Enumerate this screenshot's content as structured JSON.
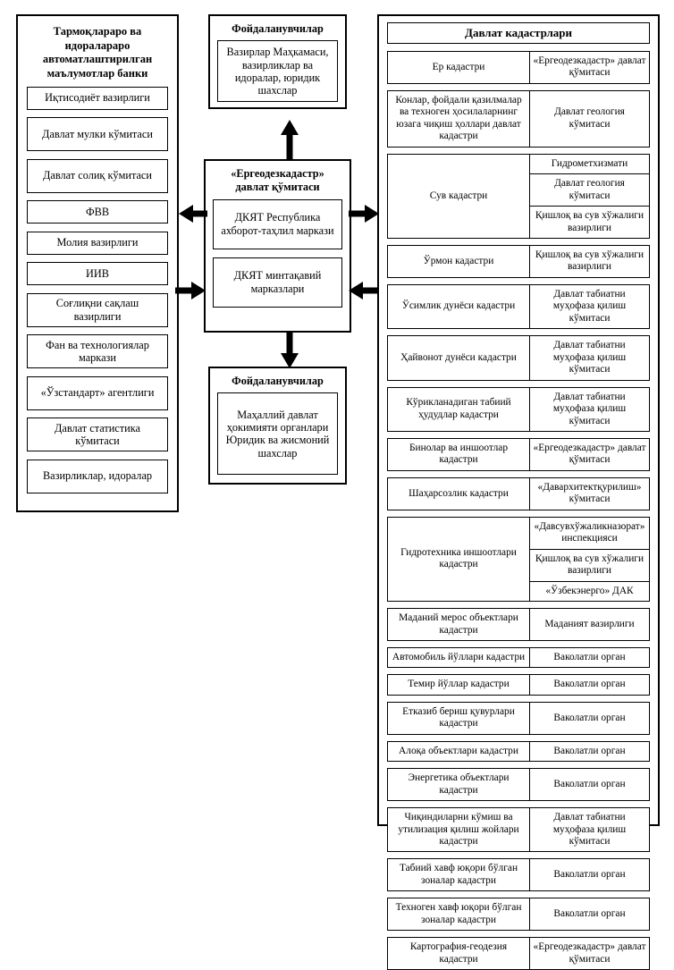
{
  "left_panel": {
    "title": "Тармоқлараро ва идоралараро автоматлаштирилган маълумотлар банки",
    "items": [
      {
        "label": "Иқтисодиёт вазирлиги",
        "tall": false
      },
      {
        "label": "Давлат мулки кўмитаси",
        "tall": true
      },
      {
        "label": "Давлат солиқ кўмитаси",
        "tall": true
      },
      {
        "label": "ФВВ",
        "tall": false
      },
      {
        "label": "Молия вазирлиги",
        "tall": false
      },
      {
        "label": "ИИВ",
        "tall": false
      },
      {
        "label": "Соғлиқни сақлаш вазирлиги",
        "tall": true
      },
      {
        "label": "Фан ва технологиялар маркази",
        "tall": true
      },
      {
        "label": "«Ўзстандарт» агентлиги",
        "tall": true
      },
      {
        "label": "Давлат статистика кўмитаси",
        "tall": true
      },
      {
        "label": "Вазирликлар, идоралар",
        "tall": true
      }
    ]
  },
  "users_top": {
    "title": "Фойдаланувчилар",
    "body": "Вазирлар Маҳкамаси, вазирликлар ва идоралар, юридик шахслар"
  },
  "center": {
    "title": "«Ергеодезкадастр» давлат қўмитаси",
    "items": [
      "ДКЯТ Республика ахборот-таҳлил маркази",
      "ДКЯТ минтақавий марказлари"
    ]
  },
  "users_bottom": {
    "title": "Фойдаланувчилар",
    "body": "Маҳаллий давлат ҳокимияти органлари Юридик ва жисмоний шахслар"
  },
  "right_panel": {
    "title": "Давлат кадастрлари",
    "rows": [
      {
        "name": "Ер кадастри",
        "orgs": [
          "«Ергеодезкадастр» давлат қўмитаси"
        ]
      },
      {
        "name": "Конлар, фойдали қазилмалар ва техноген ҳосилаларнинг юзага чиқиш ҳоллари давлат кадастри",
        "orgs": [
          "Давлат геология кўмитаси"
        ]
      },
      {
        "name": "Сув кадастри",
        "orgs": [
          "Гидрометхизмати",
          "Давлат геология кўмитаси",
          "Қишлоқ ва сув хўжалиги вазирлиги"
        ]
      },
      {
        "name": "Ўрмон кадастри",
        "orgs": [
          "Қишлоқ ва сув хўжалиги вазирлиги"
        ]
      },
      {
        "name": "Ўсимлик дунёси кадастри",
        "orgs": [
          "Давлат табиатни муҳофаза қилиш кўмитаси"
        ]
      },
      {
        "name": "Ҳайвонот дунёси кадастри",
        "orgs": [
          "Давлат табиатни муҳофаза қилиш кўмитаси"
        ]
      },
      {
        "name": "Кўрикланадиган табиий ҳудудлар кадастри",
        "orgs": [
          "Давлат табиатни муҳофаза қилиш кўмитаси"
        ]
      },
      {
        "name": "Бинолар ва иншоотлар кадастри",
        "orgs": [
          "«Ергеодезкадастр» давлат қўмитаси"
        ]
      },
      {
        "name": "Шаҳарсозлик кадастри",
        "orgs": [
          "«Даварxитектқурилиш» кўмитаси"
        ]
      },
      {
        "name": "Гидротехника иншоотлари кадастри",
        "orgs": [
          "«Давсувхўжаликназорат» инспекцияси",
          "Қишлоқ ва сув хўжалиги вазирлиги",
          "«Ўзбекэнерго» ДАК"
        ]
      },
      {
        "name": "Маданий мерос объектлари кадастри",
        "orgs": [
          "Маданият вазирлиги"
        ]
      },
      {
        "name": "Автомобиль йўллари кадастри",
        "orgs": [
          "Ваколатли орган"
        ]
      },
      {
        "name": "Темир йўллар кадастри",
        "orgs": [
          "Ваколатли орган"
        ]
      },
      {
        "name": "Етказиб бериш  қувурлари кадастри",
        "orgs": [
          "Ваколатли орган"
        ]
      },
      {
        "name": "Алоқа объектлари кадастри",
        "orgs": [
          "Ваколатли орган"
        ]
      },
      {
        "name": "Энергетика объектлари кадастри",
        "orgs": [
          "Ваколатли орган"
        ]
      },
      {
        "name": "Чиқиндиларни кўмиш ва утилизация  қилиш жойлари кадастри",
        "orgs": [
          "Давлат табиатни муҳофаза қилиш кўмитаси"
        ]
      },
      {
        "name": "Табиий хавф юқори бўлган зоналар кадастри",
        "orgs": [
          "Ваколатли орган"
        ]
      },
      {
        "name": "Техноген хавф  юқори бўлган зоналар кадастри",
        "orgs": [
          "Ваколатли орган"
        ]
      },
      {
        "name": "Картография-геодезия кадастри",
        "orgs": [
          "«Ергеодезкадастр» давлат қўмитаси"
        ]
      }
    ]
  },
  "connectors": [
    {
      "name": "arrow-center-to-users-top",
      "direction": "up"
    },
    {
      "name": "arrow-center-to-users-bottom",
      "direction": "down"
    },
    {
      "name": "arrow-center-to-left-upper",
      "direction": "left"
    },
    {
      "name": "arrow-left-to-center-lower",
      "direction": "right"
    },
    {
      "name": "arrow-center-to-right-upper",
      "direction": "right"
    },
    {
      "name": "arrow-right-to-center-lower",
      "direction": "left"
    }
  ],
  "colors": {
    "ink": "#000000",
    "paper": "#ffffff"
  }
}
